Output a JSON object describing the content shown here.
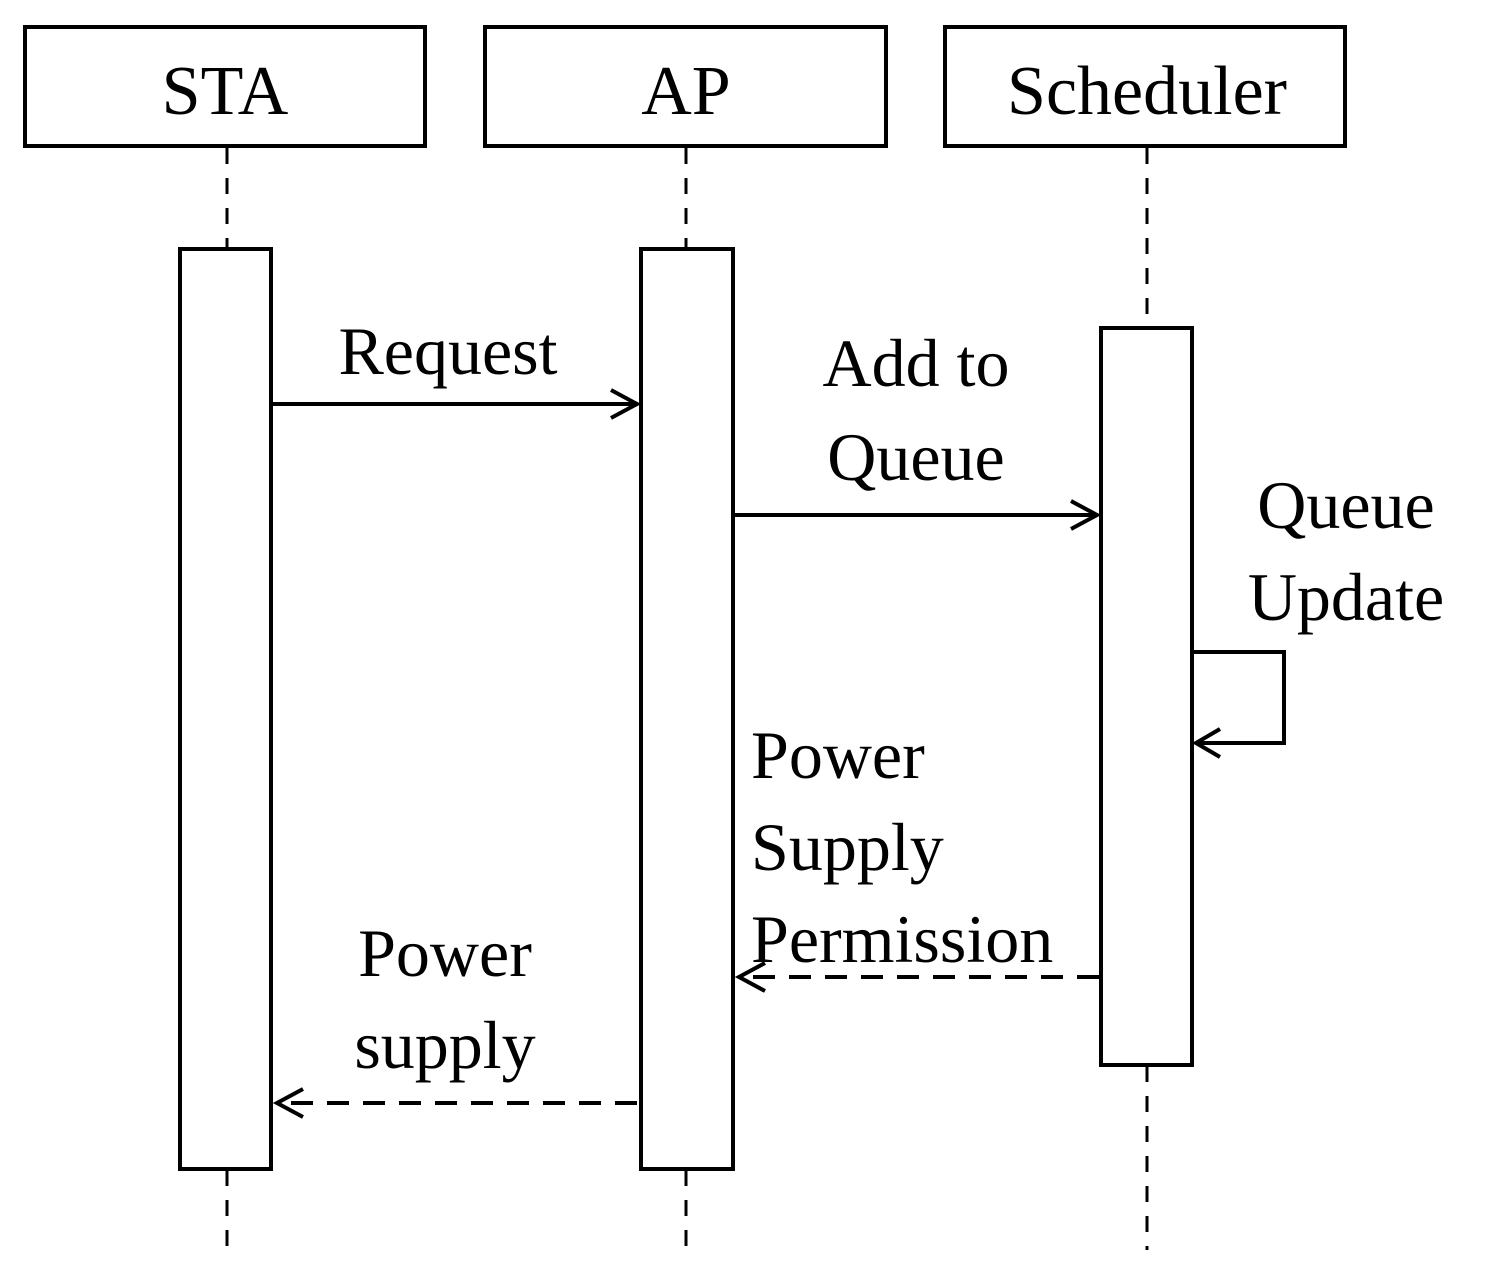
{
  "diagram": {
    "type": "sequence-diagram",
    "participants": [
      {
        "id": "sta",
        "label": "STA"
      },
      {
        "id": "ap",
        "label": "AP"
      },
      {
        "id": "scheduler",
        "label": "Scheduler"
      }
    ],
    "messages": [
      {
        "id": "request",
        "from": "STA",
        "to": "AP",
        "style": "solid",
        "lines": [
          "Request"
        ]
      },
      {
        "id": "add-to-queue",
        "from": "AP",
        "to": "Scheduler",
        "style": "solid",
        "lines": [
          "Add to",
          "Queue"
        ]
      },
      {
        "id": "queue-update",
        "from": "Scheduler",
        "to": "Scheduler",
        "style": "solid",
        "lines": [
          "Queue",
          "Update"
        ]
      },
      {
        "id": "power-supply-permission",
        "from": "Scheduler",
        "to": "AP",
        "style": "dashed",
        "lines": [
          "Power",
          "Supply",
          "Permission"
        ]
      },
      {
        "id": "power-supply",
        "from": "AP",
        "to": "STA",
        "style": "dashed",
        "lines": [
          "Power",
          "supply"
        ]
      }
    ]
  }
}
